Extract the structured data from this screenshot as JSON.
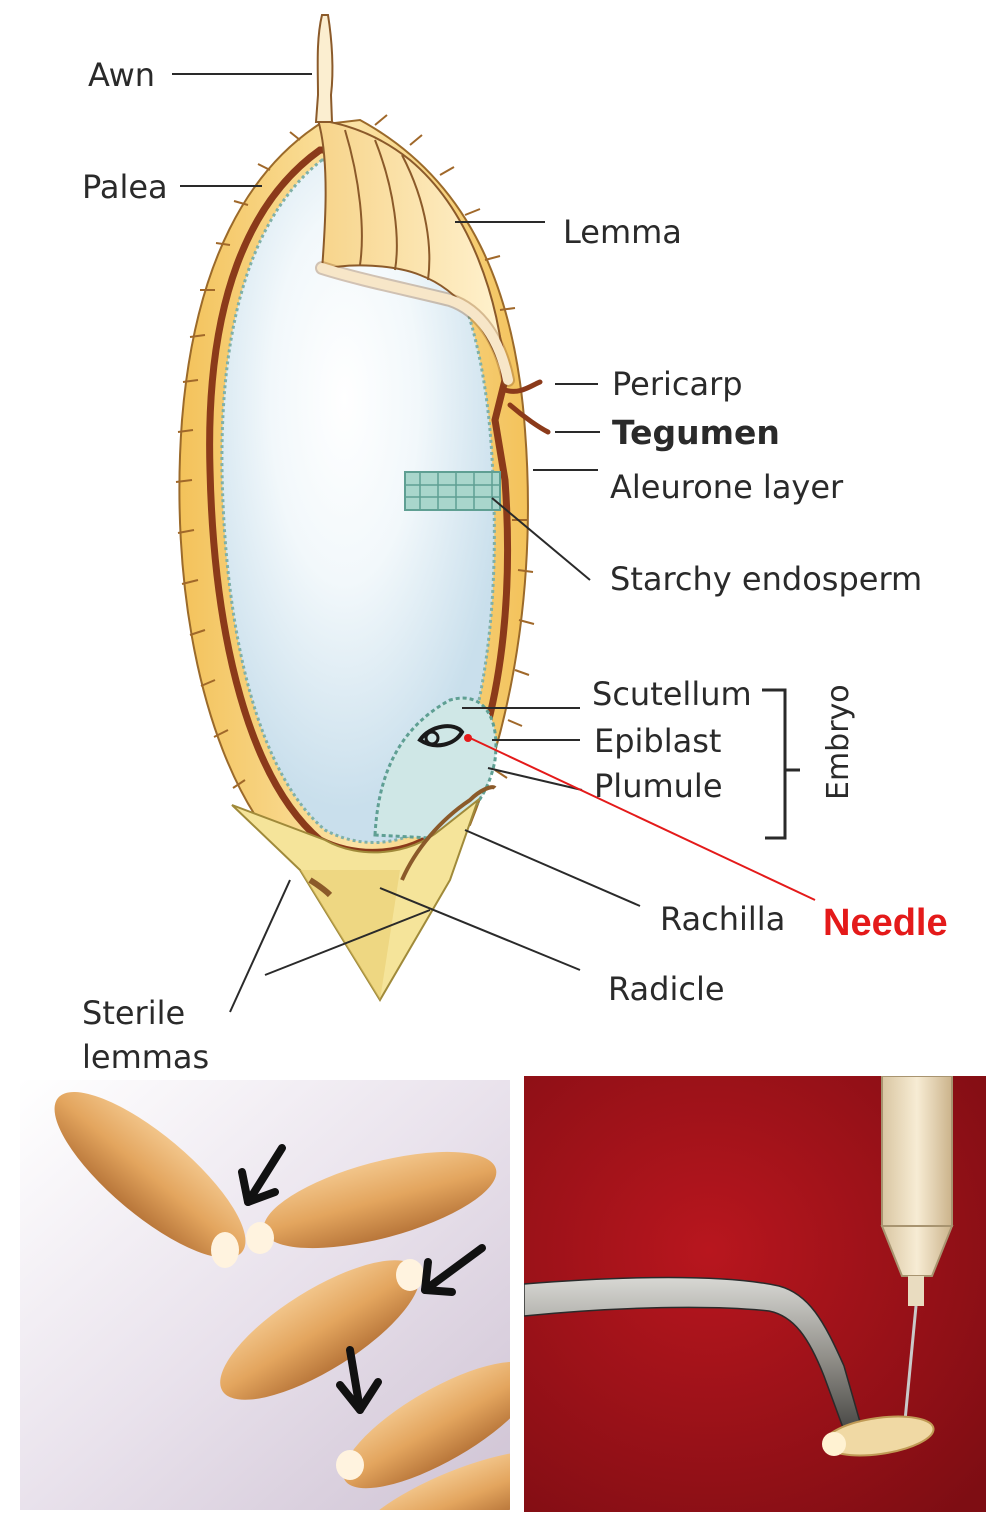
{
  "labels": {
    "awn": "Awn",
    "palea": "Palea",
    "lemma": "Lemma",
    "pericarp": "Pericarp",
    "tegumen": "Tegumen",
    "aleurone": "Aleurone layer",
    "starchy": "Starchy endosperm",
    "scutellum": "Scutellum",
    "epiblast": "Epiblast",
    "plumule": "Plumule",
    "embryo": "Embryo",
    "rachilla": "Rachilla",
    "needle": "Needle",
    "radicle": "Radicle",
    "sterile_1": "Sterile",
    "sterile_2": "lemmas"
  },
  "colors": {
    "needle_label": "#e41a1a",
    "hull": "#f6d27c",
    "endosperm": "#d6e7f0",
    "seed_coat": "#8b3a1a",
    "photo_right_bg": "#a3141b"
  }
}
